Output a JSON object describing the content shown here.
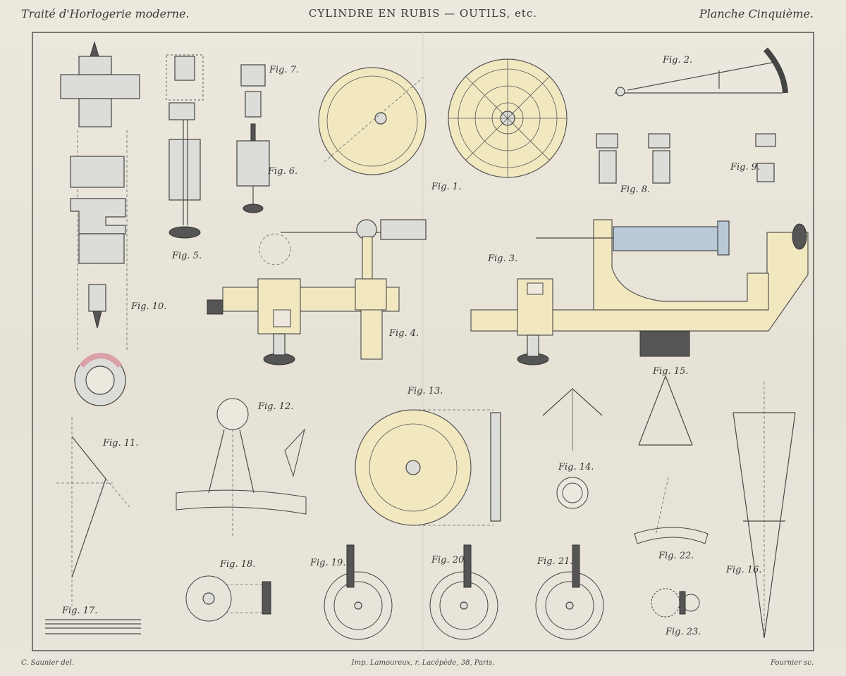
{
  "header": {
    "left_title": "Traité d'Horlogerie moderne.",
    "center_title": "CYLINDRE EN RUBIS — OUTILS, etc.",
    "right_title": "Planche Cinquième."
  },
  "footer": {
    "left_credit": "C. Saunier del.",
    "center_credit": "Imp. Lamoureux, r. Lacépède, 38, Paris.",
    "right_credit": "Fournier sc."
  },
  "figures": [
    {
      "id": "fig1",
      "label": "Fig. 1."
    },
    {
      "id": "fig2",
      "label": "Fig. 2."
    },
    {
      "id": "fig3",
      "label": "Fig. 3."
    },
    {
      "id": "fig4",
      "label": "Fig. 4."
    },
    {
      "id": "fig5",
      "label": "Fig. 5."
    },
    {
      "id": "fig6",
      "label": "Fig. 6."
    },
    {
      "id": "fig7",
      "label": "Fig. 7."
    },
    {
      "id": "fig8",
      "label": "Fig. 8."
    },
    {
      "id": "fig9",
      "label": "Fig. 9."
    },
    {
      "id": "fig10",
      "label": "Fig. 10."
    },
    {
      "id": "fig11",
      "label": "Fig. 11."
    },
    {
      "id": "fig12",
      "label": "Fig. 12."
    },
    {
      "id": "fig13",
      "label": "Fig. 13."
    },
    {
      "id": "fig14",
      "label": "Fig. 14."
    },
    {
      "id": "fig15",
      "label": "Fig. 15."
    },
    {
      "id": "fig16",
      "label": "Fig. 16."
    },
    {
      "id": "fig17",
      "label": "Fig. 17."
    },
    {
      "id": "fig18",
      "label": "Fig. 18."
    },
    {
      "id": "fig19",
      "label": "Fig. 19."
    },
    {
      "id": "fig20",
      "label": "Fig. 20."
    },
    {
      "id": "fig21",
      "label": "Fig. 21."
    },
    {
      "id": "fig22",
      "label": "Fig. 22."
    },
    {
      "id": "fig23",
      "label": "Fig. 23."
    }
  ],
  "colors": {
    "paper": "#e9e6dc",
    "cream_tint": "#f2e8c0",
    "steel_blue": "#b9c9d7",
    "ruby_pink": "#d9a0a8",
    "ink": "#444444"
  }
}
